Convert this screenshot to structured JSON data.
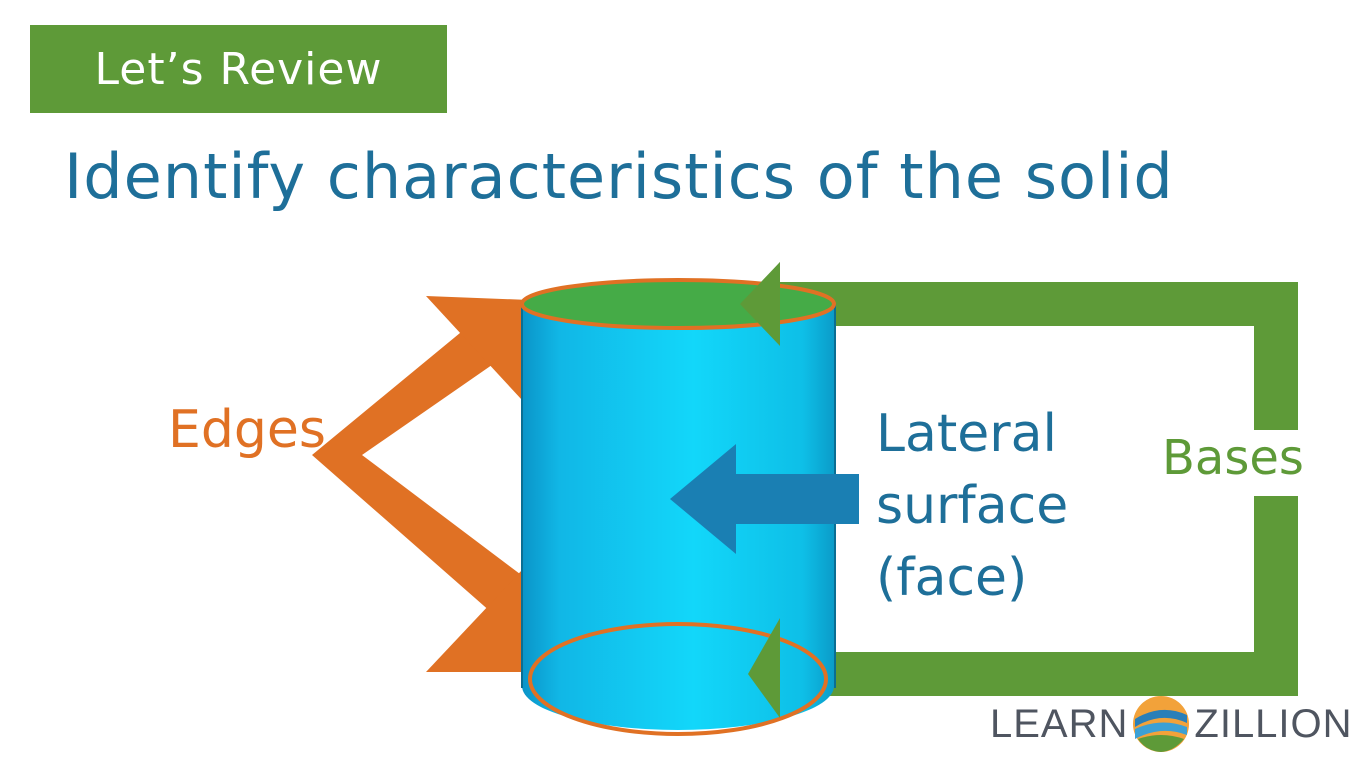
{
  "banner": {
    "label": "Let’s Review"
  },
  "heading": "Identify characteristics of the solid",
  "labels": {
    "edges": "Edges",
    "lateral_line1": "Lateral",
    "lateral_line2": "surface",
    "lateral_line3": "(face)",
    "bases": "Bases"
  },
  "logo": {
    "left": "LEARN",
    "right": "ZILLION"
  },
  "colors": {
    "banner_green": "#5e9a38",
    "title_blue": "#1e6f99",
    "edges_orange": "#e07124",
    "bases_green": "#5e9a38",
    "lateral_blue": "#1e6f99",
    "cylinder_cyan": "#10d0f4",
    "top_base_green": "#45ab47"
  }
}
